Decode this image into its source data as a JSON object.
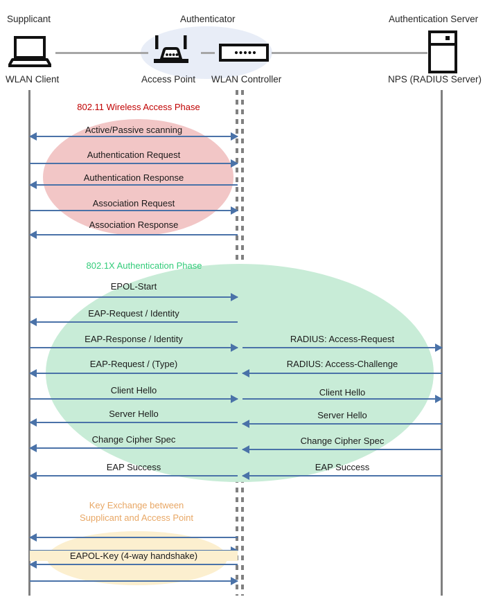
{
  "diagram": {
    "title": "802.1X WLAN authentication sequence",
    "colors": {
      "arrow": "#4a72a8",
      "lifeline": "#808080",
      "wire": "#a6a6a6",
      "halo": "#e8edf7",
      "phase1_text": "#c00000",
      "phase1_fill": "#f2c6c6",
      "phase2_text": "#33cc7a",
      "phase2_fill": "#c8ecd7",
      "phase3_text": "#e8a765",
      "phase3_fill": "#fcefcf"
    }
  },
  "actors": [
    {
      "role": "Supplicant",
      "name": "WLAN Client",
      "icon": "laptop-icon"
    },
    {
      "role": "Authenticator",
      "name": "Access Point",
      "icon": "access-point-icon"
    },
    {
      "role": "",
      "name": "WLAN Controller",
      "icon": "wlan-controller-icon"
    },
    {
      "role": "Authentication Server",
      "name": "NPS (RADIUS Server)",
      "icon": "server-icon"
    }
  ],
  "phases": [
    {
      "id": "phase-802-11",
      "title": "802.11 Wireless Access Phase",
      "messages": [
        {
          "label": "Active/Passive scanning",
          "dir": "both",
          "side": "left"
        },
        {
          "label": "Authentication Request",
          "dir": "right",
          "side": "left"
        },
        {
          "label": "Authentication Response",
          "dir": "left",
          "side": "left"
        },
        {
          "label": "Association Request",
          "dir": "right",
          "side": "left"
        },
        {
          "label": "Association Response",
          "dir": "left",
          "side": "left"
        }
      ]
    },
    {
      "id": "phase-802-1x",
      "title": "802.1X Authentication Phase",
      "messages": [
        {
          "label": "EPOL-Start",
          "dir": "right",
          "side": "left"
        },
        {
          "label": "EAP-Request / Identity",
          "dir": "left",
          "side": "left"
        },
        {
          "label": "EAP-Response / Identity",
          "dir": "right",
          "side": "left"
        },
        {
          "label": "EAP-Request / (Type)",
          "dir": "left",
          "side": "left"
        },
        {
          "label": "Client Hello",
          "dir": "right",
          "side": "left"
        },
        {
          "label": "Server Hello",
          "dir": "left",
          "side": "left"
        },
        {
          "label": "Change Cipher Spec",
          "dir": "left",
          "side": "left"
        },
        {
          "label": "EAP Success",
          "dir": "left",
          "side": "left"
        },
        {
          "label": "RADIUS: Access-Request",
          "dir": "right",
          "side": "right"
        },
        {
          "label": "RADIUS: Access-Challenge",
          "dir": "left",
          "side": "right"
        },
        {
          "label": "Client Hello",
          "dir": "right",
          "side": "right"
        },
        {
          "label": "Server Hello",
          "dir": "left",
          "side": "right"
        },
        {
          "label": "Change Cipher Spec",
          "dir": "left",
          "side": "right"
        },
        {
          "label": "EAP Success",
          "dir": "left",
          "side": "right"
        }
      ]
    },
    {
      "id": "phase-key-exchange",
      "title": "Key Exchange between\nSupplicant and Access Point",
      "messages": [
        {
          "label": "",
          "dir": "left",
          "side": "left"
        },
        {
          "label": "",
          "dir": "right",
          "side": "left"
        },
        {
          "label": "EAPOL-Key (4-way handshake)",
          "dir": "left",
          "side": "left"
        },
        {
          "label": "",
          "dir": "right",
          "side": "left"
        }
      ]
    }
  ]
}
